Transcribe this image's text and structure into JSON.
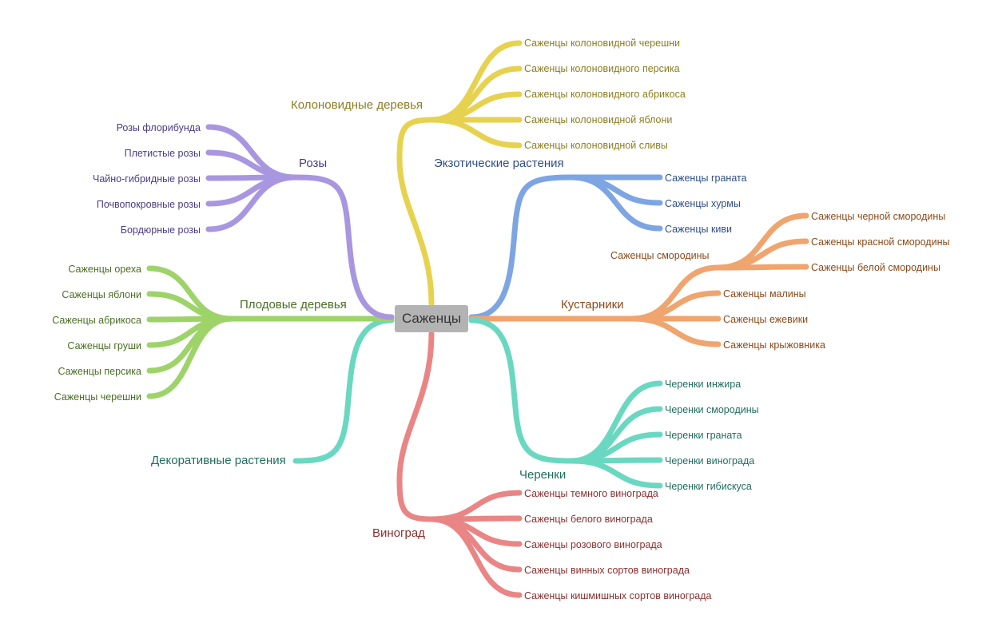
{
  "root": {
    "label": "Саженцы"
  },
  "colors": {
    "yellow": "#e6d24e",
    "yellow_text": "#8b7d1f",
    "blue": "#7ea5e3",
    "blue_text": "#2f4f86",
    "orange": "#f0a46e",
    "orange_text": "#8b4a1a",
    "teal": "#6ad8c1",
    "teal_text": "#1f6e5e",
    "red": "#ea8585",
    "red_text": "#8b2f2f",
    "green": "#9ed36a",
    "green_text": "#4a6e22",
    "purple": "#a996e0",
    "purple_text": "#4b3c86",
    "root_bg": "#b3b3b3"
  },
  "branches": {
    "columnar": {
      "label": "Колоновидные деревья",
      "leaves": [
        "Саженцы колоновидной черешни",
        "Саженцы колоновидного персика",
        "Саженцы колоновидного абрикоса",
        "Саженцы колоновидной яблони",
        "Саженцы колоновидной сливы"
      ]
    },
    "exotic": {
      "label": "Экзотические растения",
      "leaves": [
        "Саженцы граната",
        "Саженцы хурмы",
        "Саженцы киви"
      ]
    },
    "shrubs": {
      "label": "Кустарники",
      "leaves": [
        "Саженцы малины",
        "Саженцы ежевики",
        "Саженцы крыжовника"
      ],
      "currant": {
        "label": "Саженцы смородины",
        "leaves": [
          "Саженцы черной смородины",
          "Саженцы красной смородины",
          "Саженцы белой смородины"
        ]
      }
    },
    "cuttings": {
      "label": "Черенки",
      "leaves": [
        "Черенки инжира",
        "Черенки смородины",
        "Черенки граната",
        "Черенки винограда",
        "Черенки гибискуса"
      ]
    },
    "grape": {
      "label": "Виноград",
      "leaves": [
        "Саженцы темного винограда",
        "Саженцы белого винограда",
        "Саженцы розового винограда",
        "Саженцы винных сортов винограда",
        "Саженцы кишмишных сортов винограда"
      ]
    },
    "decorative": {
      "label": "Декоративные растения"
    },
    "fruit": {
      "label": "Плодовые деревья",
      "leaves": [
        "Саженцы ореха",
        "Саженцы яблони",
        "Саженцы абрикоса",
        "Саженцы груши",
        "Саженцы персика",
        "Саженцы черешни"
      ]
    },
    "roses": {
      "label": "Розы",
      "leaves": [
        "Розы флорибунда",
        "Плетистые розы",
        "Чайно-гибридные розы",
        "Почвопокровные розы",
        "Бордюрные розы"
      ]
    }
  }
}
